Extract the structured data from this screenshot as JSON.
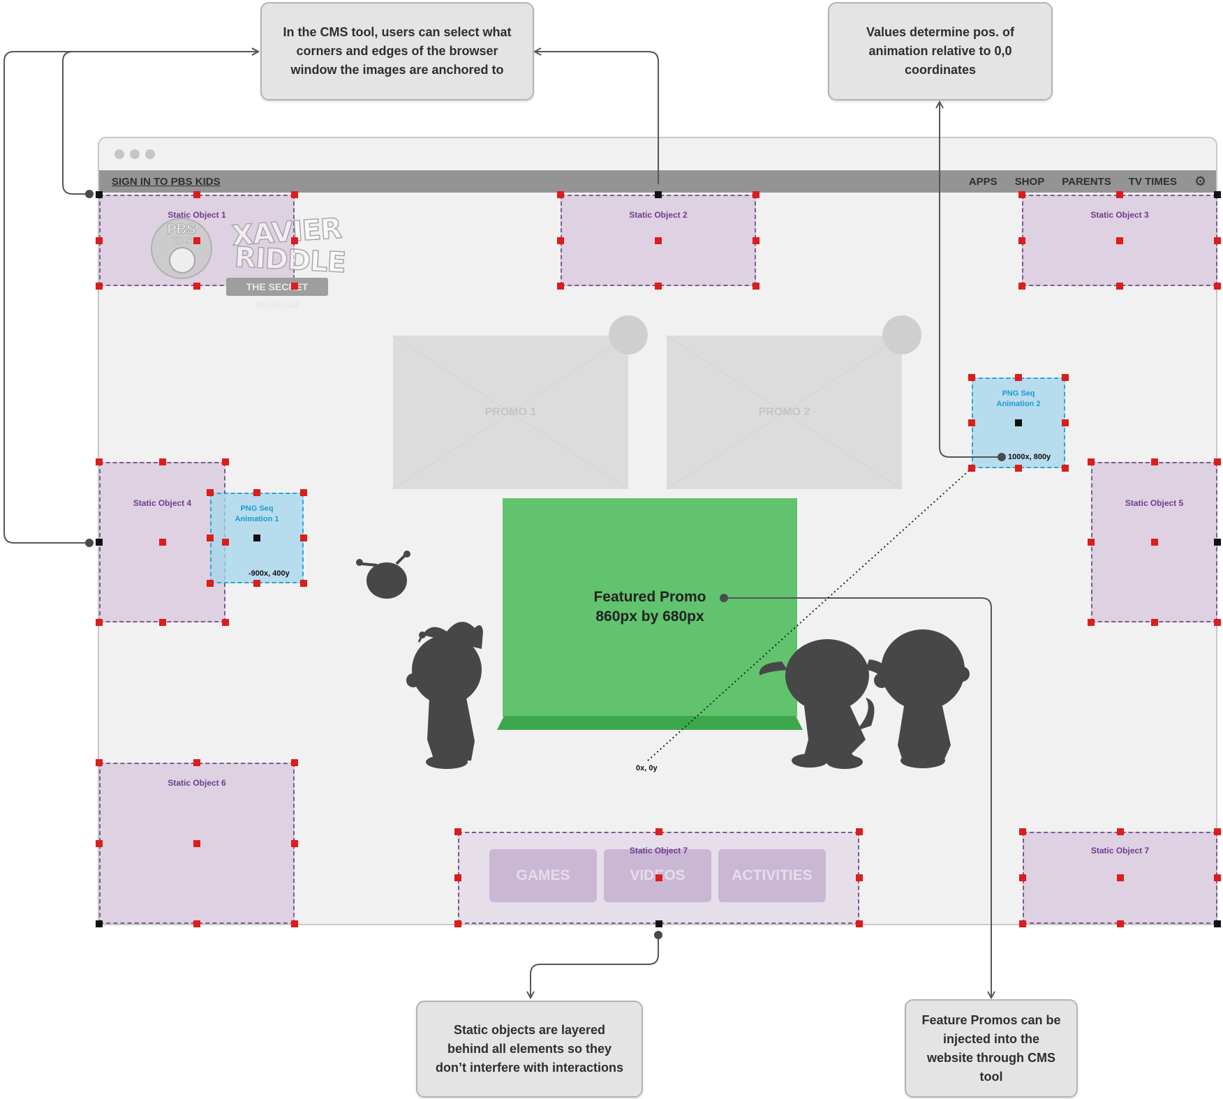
{
  "callouts": {
    "anchor": "In the CMS tool,  users can select what corners and edges of the browser window the images are anchored to",
    "position": "Values determine pos. of animation relative to 0,0 coordinates",
    "layering": "Static objects are layered behind all elements so they don’t interfere with interactions",
    "injection": "Feature Promos can be injected into the website through CMS tool"
  },
  "browser": {
    "sign_in": "SIGN IN TO PBS KIDS",
    "nav": [
      "APPS",
      "SHOP",
      "PARENTS",
      "TV TIMES"
    ],
    "settings_icon": "gear-icon"
  },
  "static_objects": {
    "so1": "Static Object 1",
    "so2": "Static Object 2",
    "so3": "Static Object 3",
    "so4": "Static Object 4",
    "so5": "Static Object 5",
    "so6": "Static Object 6",
    "so7a": "Static Object 7",
    "so7b": "Static Object 7"
  },
  "animations": {
    "a1": {
      "label": "PNG Seq\nAnimation 1",
      "coord": "-900x, 400y"
    },
    "a2": {
      "label": "PNG Seq\nAnimation 2",
      "coord": "1000x, 800y"
    }
  },
  "promos": {
    "p1": "PROMO 1",
    "p2": "PROMO 2"
  },
  "featured": {
    "title": "Featured Promo",
    "size": "860px  by  680px"
  },
  "bottom_nav": [
    "GAMES",
    "VIDEOS",
    "ACTIVITIES"
  ],
  "origin_label": "0x, 0y",
  "logos": {
    "pbs": "PBS KIDS",
    "show": "XAVIER RIDDLE AND THE SECRET MUSEUM"
  },
  "colors": {
    "static_object_fill": "#ceb6d6",
    "animation_fill": "#a6d6ec",
    "featured_promo": "#62c36f",
    "handle": "#dd1c1c"
  }
}
